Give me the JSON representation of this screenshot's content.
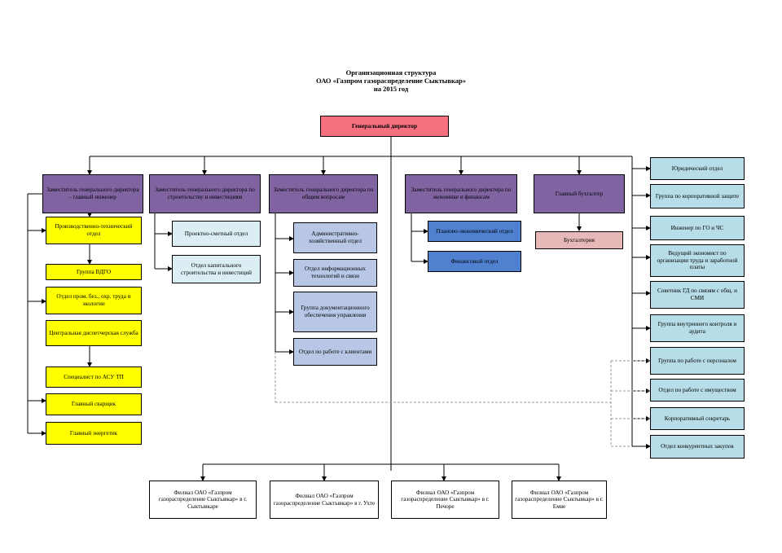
{
  "title": {
    "line1": "Организационная структура",
    "line2": "ОАО «Газпром газораспределение Сыктывкар»",
    "line3": "на 2015 год"
  },
  "director": "Генеральный директор",
  "deputies": {
    "chief_engineer": "Заместитель генерального директора - главный инженер",
    "construction": "Заместитель генерального директора по строительству и инвестициям",
    "general": "Заместитель генерального директора по общим вопросам",
    "economics": "Заместитель генерального директора по экономике и финансам",
    "chief_accountant": "Главный бухгалтер"
  },
  "engineer_units": [
    "Производственно-технический отдел",
    "Группа ВДГО",
    "Отдел пром. без., охр. труда и экологии",
    "Центральная диспетчерская служба",
    "Специалист по АСУ ТП",
    "Главный сварщик",
    "Главный энергетик"
  ],
  "construction_units": [
    "Проектно-сметный отдел",
    "Отдел капитального строительства и инвестиций"
  ],
  "general_units": [
    "Административно-хозяйственный отдел",
    "Отдел информационных технологий и связи",
    "Группа документационного обеспечения управления",
    "Отдел по работе с клиентами"
  ],
  "economics_units": [
    "Планово-экономический отдел",
    "Финансовый отдел"
  ],
  "accounting_units": [
    "Бухгалтерия"
  ],
  "right_units": [
    "Юридический отдел",
    "Группа по корпоративной защите",
    "Инженер по ГО и ЧС",
    "Ведущий экономист по организации труда и заработной платы",
    "Советник ГД по связям с общ. и СМИ",
    "Группа внутреннего контроля и аудита",
    "Группа по работе с персоналом",
    "Отдел по работе с имуществом",
    "Корпоративный секретарь",
    "Отдел конкурентных закупок"
  ],
  "branches": [
    "Филиал ОАО «Газпром газораспределение Сыктывкар» в г. Сыктывкаре",
    "Филиал ОАО «Газпром газораспределение Сыктывкар» в г. Ухте",
    "Филиал ОАО «Газпром газораспределение Сыктывкар» в г. Печоре",
    "Филиал ОАО «Газпром газораспределение Сыктывкар» в г. Емве"
  ],
  "colors": {
    "director": "#f4707f",
    "deputy": "#8064a2",
    "engineer_units": "#ffff00",
    "construction_units": "#daeef3",
    "general_units": "#b8c7e6",
    "economics_units": "#4f81d0",
    "accounting_units": "#e6b8b7",
    "right_units": "#b7dde8",
    "branches": "#ffffff"
  }
}
